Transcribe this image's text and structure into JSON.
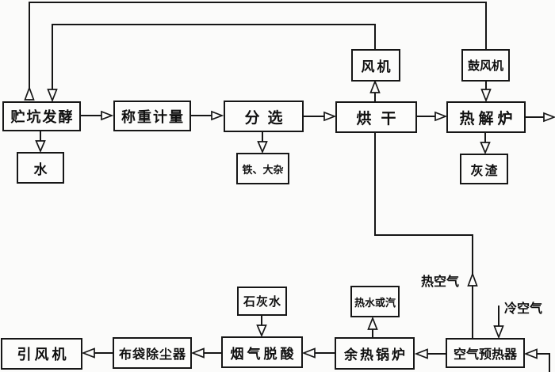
{
  "diagram": {
    "title_hint": "waste pyrolysis process flow diagram",
    "line_color": "#161616",
    "background": "#fbfbfa",
    "nodes": {
      "pit_fermentation": {
        "label": "贮坑发酵"
      },
      "weighing": {
        "label": "称重计量"
      },
      "sorting": {
        "label": "分选"
      },
      "drying": {
        "label": "烘干"
      },
      "pyrolysis_furnace": {
        "label": "热解炉"
      },
      "fan": {
        "label": "风机"
      },
      "blower": {
        "label": "鼓风机"
      },
      "water": {
        "label": "水"
      },
      "iron_debris": {
        "label": "铁、大杂"
      },
      "ash_residue": {
        "label": "灰渣"
      },
      "induced_draft_fan": {
        "label": "引风机"
      },
      "bag_filter": {
        "label": "布袋除尘器"
      },
      "flue_gas_deacidification": {
        "label": "烟气脱酸"
      },
      "waste_heat_boiler": {
        "label": "余热锅炉"
      },
      "air_preheater": {
        "label": "空气预热器"
      },
      "lime_water": {
        "label": "石灰水"
      },
      "hot_water_or_steam": {
        "label": "热水或汽"
      }
    },
    "annotations": {
      "hot_air": "热空气",
      "cold_air": "冷空气"
    }
  }
}
